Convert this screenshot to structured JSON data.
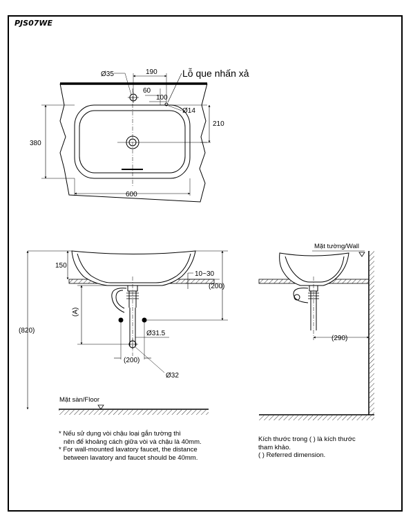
{
  "header": {
    "model_code": "PJS07WE"
  },
  "top_view": {
    "labels": {
      "overflow_hole_callout": "Lỗ que nhấn xả",
      "faucet_hole_dia": "Ø35",
      "dim_190": "190",
      "dim_60": "60",
      "dim_100": "100",
      "overflow_dia": "Ø14",
      "dim_210": "210",
      "depth_380": "380",
      "width_600": "600"
    }
  },
  "front_view": {
    "labels": {
      "height_150": "150",
      "counter_10_30": "10~30",
      "drain_200": "(200)",
      "dim_A": "(A)",
      "total_820": "(820)",
      "pipe_dia_31_5": "Ø31.5",
      "trap_offset_200": "(200)",
      "pipe_dia_32": "Ø32",
      "floor_label": "Mặt sàn/Floor"
    }
  },
  "side_view": {
    "labels": {
      "wall_label": "Mặt tường/Wall",
      "wall_offset_290": "(290)"
    }
  },
  "notes_left": {
    "line1": "* Nếu sử dụng vòi chậu loại gắn tường thì",
    "line2": "nên để khoảng cách giữa vòi và chậu là 40mm.",
    "line3": "* For wall-mounted lavatory faucet, the distance",
    "line4": "between lavatory and faucet should be 40mm."
  },
  "notes_right": {
    "line1": "Kích thước trong ( ) là kích thước",
    "line2": "tham khảo.",
    "line3": "( ) Referred dimension."
  }
}
